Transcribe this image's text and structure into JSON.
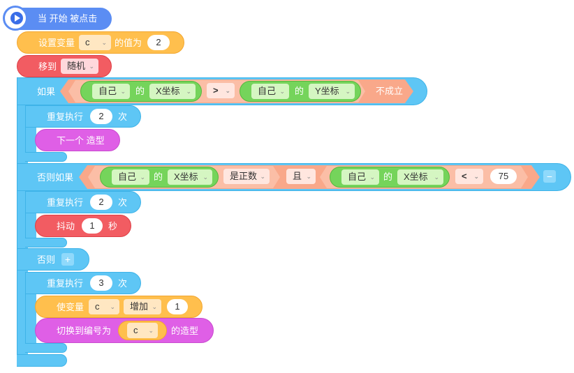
{
  "colors": {
    "hat": "#5b8df3",
    "variables": "#ffbf4d",
    "motion": "#f25c62",
    "control": "#5ec6f5",
    "looks": "#df5fe6",
    "sensing": "#75d45b",
    "operator": "#f9a88a"
  },
  "hat": {
    "icon": "play-icon",
    "label": "当 开始 被点击"
  },
  "set_var": {
    "label": "设置变量",
    "var": "c",
    "mid": "的值为",
    "value": "2"
  },
  "move_to": {
    "label": "移到",
    "target": "随机"
  },
  "if_block": {
    "label": "如果",
    "left": {
      "obj": "自己",
      "of": "的",
      "prop": "X坐标"
    },
    "op": ">",
    "right": {
      "obj": "自己",
      "of": "的",
      "prop": "Y坐标"
    },
    "suffix": "不成立"
  },
  "repeat1": {
    "label": "重复执行",
    "times": "2",
    "unit": "次"
  },
  "next_costume": {
    "label": "下一个 造型"
  },
  "else_if": {
    "label": "否则如果",
    "cond1": {
      "obj": "自己",
      "of": "的",
      "prop": "X坐标"
    },
    "check": "是正数",
    "and": "且",
    "cond2": {
      "obj": "自己",
      "of": "的",
      "prop": "X坐标"
    },
    "op2": "<",
    "value": "75",
    "minus": "−"
  },
  "repeat2": {
    "label": "重复执行",
    "times": "2",
    "unit": "次"
  },
  "shake": {
    "label": "抖动",
    "value": "1",
    "unit": "秒"
  },
  "else_block": {
    "label": "否则",
    "plus": "+"
  },
  "repeat3": {
    "label": "重复执行",
    "times": "3",
    "unit": "次"
  },
  "change_var": {
    "label": "使变量",
    "var": "c",
    "op": "增加",
    "value": "1"
  },
  "switch_costume": {
    "label": "切换到编号为",
    "var": "c",
    "suffix": "的造型"
  }
}
